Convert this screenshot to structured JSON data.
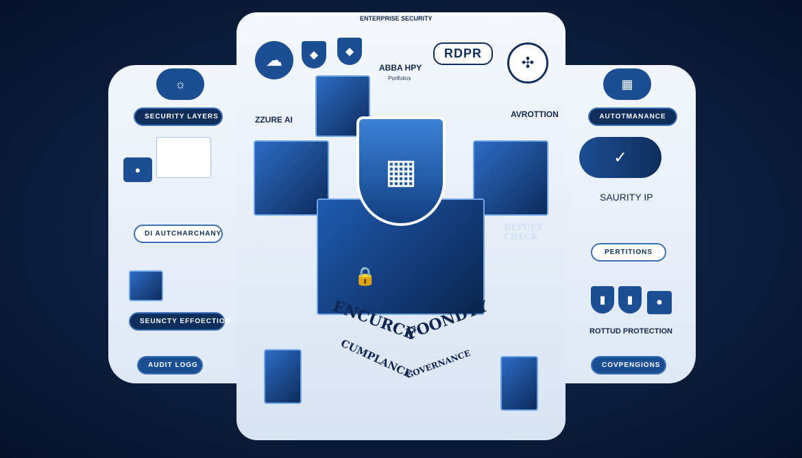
{
  "title": "ENTERPRISE SECURITY",
  "top": {
    "zure_ai": "ZZURE AI",
    "abba": "ABBA HPY",
    "abba_sub": "Portfolios",
    "rdpr": "RDPR",
    "avrottion": "AVROTTION"
  },
  "left": {
    "security_layers": "SECURITY LAYERS",
    "di_autcharchany": "DI AUTCHARCHANY",
    "security_effoection": "SEUNCTY EFFOECTION",
    "audit_logg": "AUDIT LOGG"
  },
  "right": {
    "autotmanance": "AUTOTMANANCE",
    "saurity_ip": "SAURITY IP",
    "pertitions": "PERTITIONS",
    "rottud_protection": "ROTTUD PROTECTION",
    "covpengions": "COVPENGIONS"
  },
  "center": {
    "encurce": "ENCURCE",
    "foondyy": "FOONDYY",
    "cumplance": "CUMPLANCE",
    "governance": "GOVERNANCE",
    "defuet_check": "DEFUET CHECK"
  },
  "colors": {
    "background": "#0c1f3f",
    "panel": "#e8eef8",
    "accent": "#1c4e94",
    "dark": "#0f2e5c"
  }
}
